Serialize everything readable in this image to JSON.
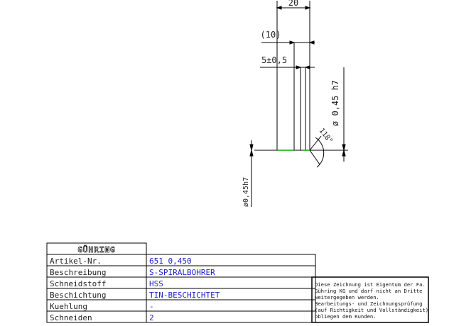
{
  "drawing": {
    "dim_overall_length": "20",
    "dim_flute_length": "(10)",
    "dim_tolerance_length": "5±0,5",
    "dim_diameter_vertical": "ø 0,45 h7",
    "dim_point_angle": "118°",
    "dim_shank_diameter": "ø0,45h7"
  },
  "title_block": {
    "logo": "GÜHRING",
    "rows": [
      {
        "label": "Artikel-Nr.",
        "value": "651 0,450"
      },
      {
        "label": "Beschreibung",
        "value": "S-SPIRALBOHRER"
      },
      {
        "label": "Schneidstoff",
        "value": "HSS"
      },
      {
        "label": "Beschichtung",
        "value": "TIN-BESCHICHTET"
      },
      {
        "label": "Kuehlung",
        "value": "-"
      },
      {
        "label": "Schneiden",
        "value": "2"
      }
    ],
    "notice_lines": [
      "Diese Zeichnung ist Eigentum der Fa.",
      "Gühring KG und darf nicht an Dritte",
      "weitergegeben werden.",
      "Bearbeitungs- und Zeichnungsprüfung",
      "(auf Richtigkeit und Vollständigkeit)",
      "obliegen dem Kunden."
    ],
    "colors": {
      "label": "#222222",
      "value": "#2222cc",
      "line": "#000000"
    }
  },
  "colors": {
    "geometry": "#000000",
    "tip_marks": "#00aa00"
  }
}
